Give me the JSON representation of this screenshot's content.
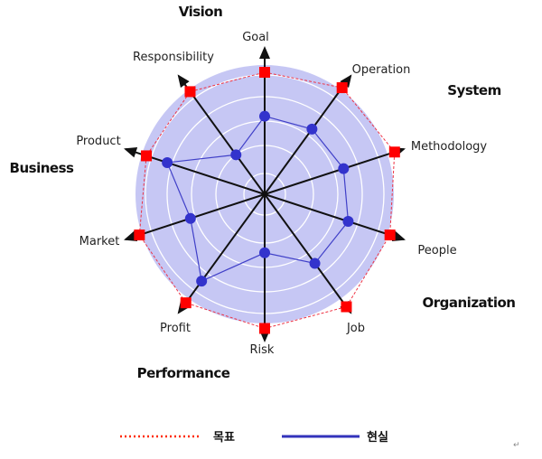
{
  "chart_data": {
    "type": "radar",
    "title": "",
    "axes": [
      "Goal",
      "Operation",
      "Methodology",
      "People",
      "Job",
      "Risk",
      "Profit",
      "Market",
      "Product",
      "Responsibility"
    ],
    "scale": {
      "min": 0,
      "max": 5,
      "rings": 5
    },
    "grid": true,
    "series": [
      {
        "name": "목표",
        "style": "dashed",
        "marker": "square",
        "color": "#ff0000",
        "values": [
          5.0,
          5.4,
          5.6,
          5.4,
          5.7,
          5.5,
          5.5,
          5.4,
          5.1,
          5.2
        ]
      },
      {
        "name": "현실",
        "style": "solid",
        "marker": "circle",
        "color": "#3333cc",
        "values": [
          3.2,
          3.3,
          3.4,
          3.6,
          3.5,
          2.4,
          4.4,
          3.2,
          4.2,
          2.0
        ]
      }
    ],
    "groups": [
      "Vision",
      "System",
      "Business",
      "Organization",
      "Performance"
    ],
    "legend_position": "bottom"
  },
  "colors": {
    "disc": "#c6c7f4",
    "ring": "#ffffff",
    "axis": "#111111",
    "target": "#ff0000",
    "actual": "#3333cc"
  },
  "return_mark": "↵"
}
